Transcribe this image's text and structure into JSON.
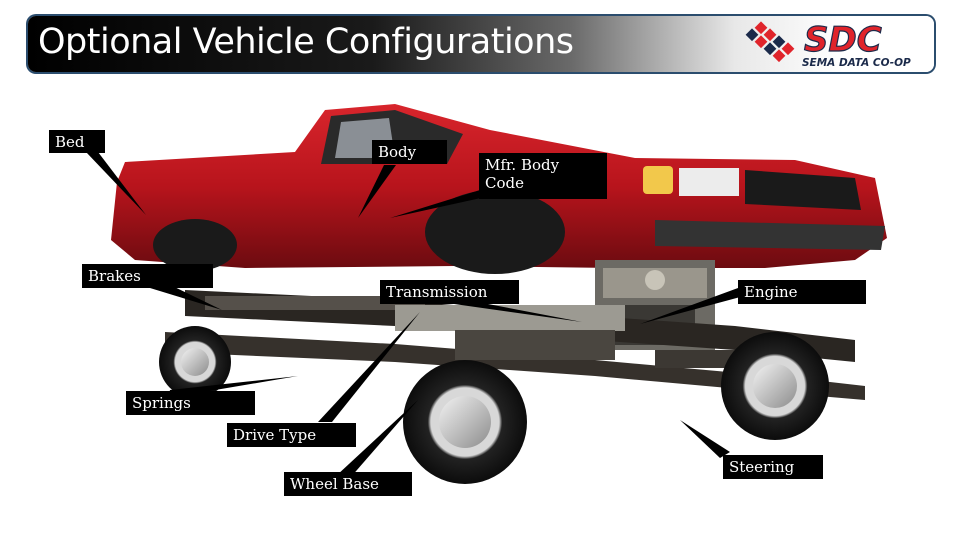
{
  "title": "Optional Vehicle Configurations",
  "logo": {
    "brand": "SDC",
    "tagline": "SEMA DATA CO-OP",
    "accent_red": "#e0242b",
    "accent_dark": "#1b2a4a"
  },
  "colors": {
    "body_red": "#b8141c",
    "frame_dark": "#2a2622",
    "label_bg": "#000000"
  },
  "labels": {
    "bed": "Bed",
    "body": "Body",
    "mfr_body_code_line1": "Mfr. Body",
    "mfr_body_code_line2": "Code",
    "brakes": "Brakes",
    "transmission": "Transmission",
    "engine": "Engine",
    "springs": "Springs",
    "drive_type": "Drive Type",
    "wheel_base": "Wheel Base",
    "steering": "Steering"
  }
}
